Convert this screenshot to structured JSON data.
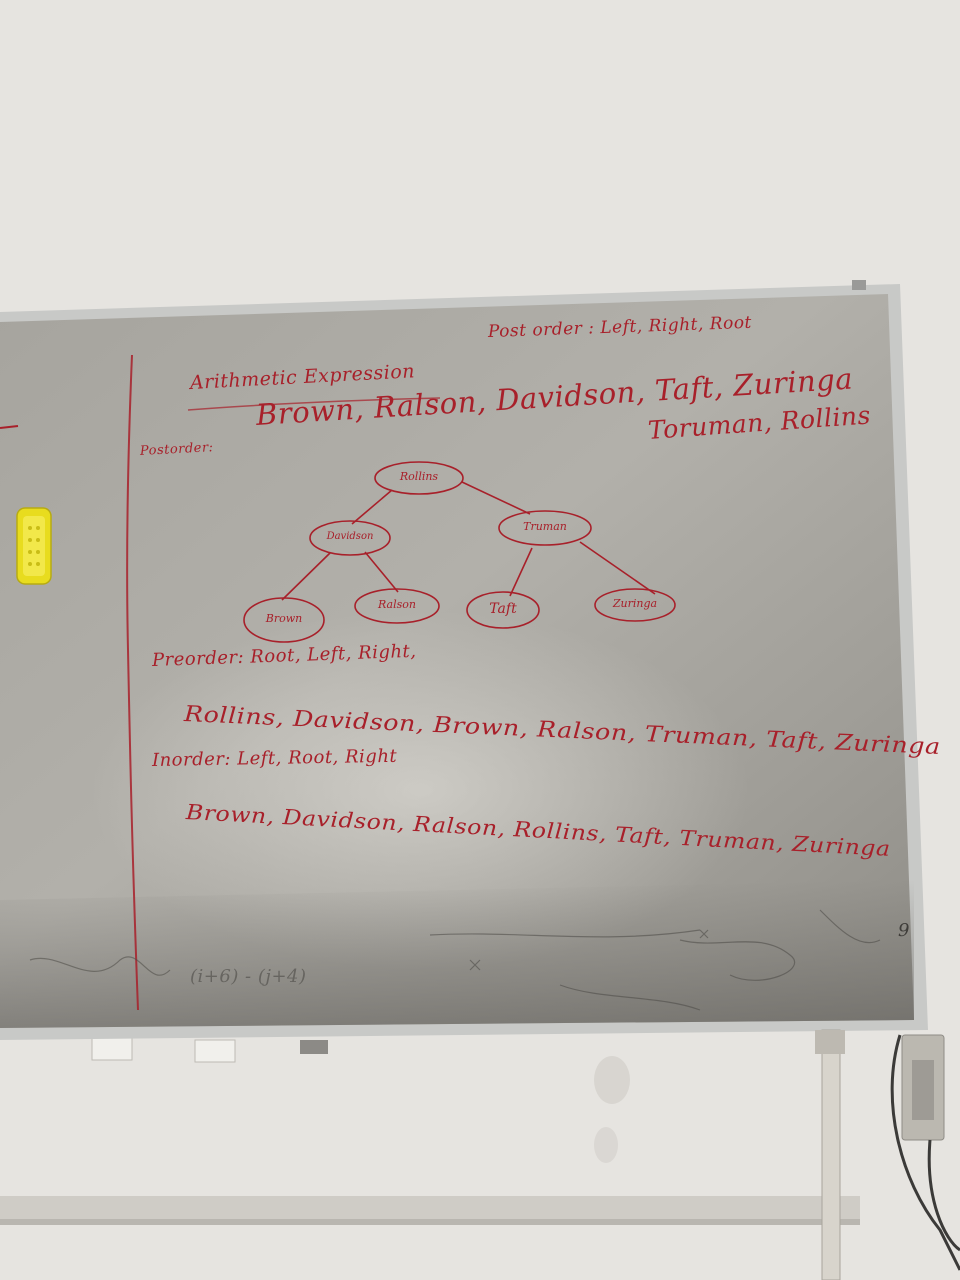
{
  "board": {
    "postorder_rule": "Post order : Left, Right, Root",
    "heading": "Arithmetic Expression",
    "postorder_label": "Postorder:",
    "postorder_line1": "Brown, Ralson, Davidson, Taft, Zuringa",
    "postorder_line2": "Toruman, Rollins",
    "tree": {
      "root": "Rollins",
      "left": "Davidson",
      "right": "Truman",
      "left_left": "Brown",
      "left_right": "Ralson",
      "right_left": "Taft",
      "right_right": "Zuringa"
    },
    "preorder_rule": "Preorder: Root, Left, Right,",
    "preorder_line": "Rollins, Davidson, Brown, Ralson, Truman, Taft, Zuringa",
    "inorder_rule": "Inorder: Left, Root, Right",
    "inorder_line": "Brown, Davidson, Ralson, Rollins, Taft, Truman, Zuringa",
    "faded_bottom": "(i+6) - (j+4)",
    "corner_mark": "9"
  },
  "colors": {
    "wall": "#e6e4e0",
    "board_surface": "#a9a7a1",
    "board_frame": "#c8c9c7",
    "marker_red": "#a8202a",
    "eraser_yellow": "#e8dc1e"
  }
}
